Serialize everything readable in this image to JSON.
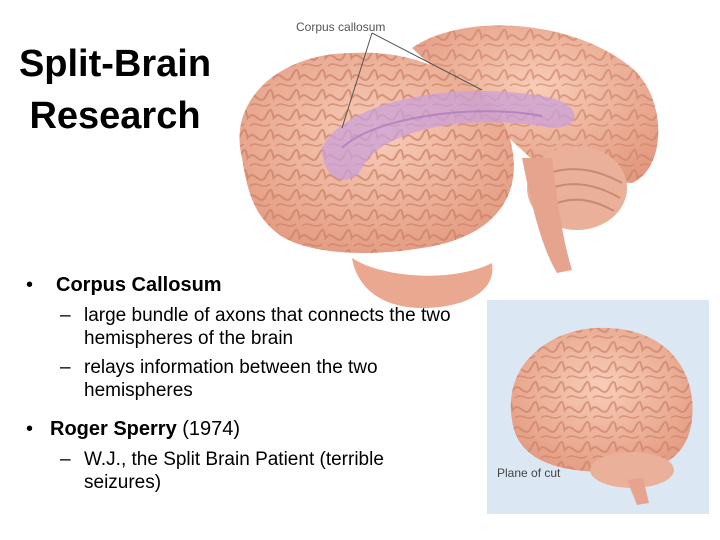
{
  "slide": {
    "title": "Split-Brain Research",
    "figure_label": "Corpus callosum",
    "inset_label": "Plane of cut",
    "bullets": [
      {
        "marker": "•",
        "head": "Corpus Callosum",
        "tail": "",
        "subs": [
          {
            "marker": "–",
            "text": "large bundle of axons that connects the two hemispheres of the brain"
          },
          {
            "marker": "–",
            "text": "relays information between the two hemispheres"
          }
        ]
      },
      {
        "marker": "•",
        "head": "Roger Sperry",
        "tail": " (1974)",
        "subs": [
          {
            "marker": "–",
            "text": "W.J., the Split Brain Patient (terrible seizures)"
          }
        ]
      }
    ]
  },
  "colors": {
    "brain_fill": "#f2b49a",
    "brain_gyri": "#d98f74",
    "corpus_callosum": "#c9a0d8",
    "inset_bg": "#dbe8f3"
  }
}
